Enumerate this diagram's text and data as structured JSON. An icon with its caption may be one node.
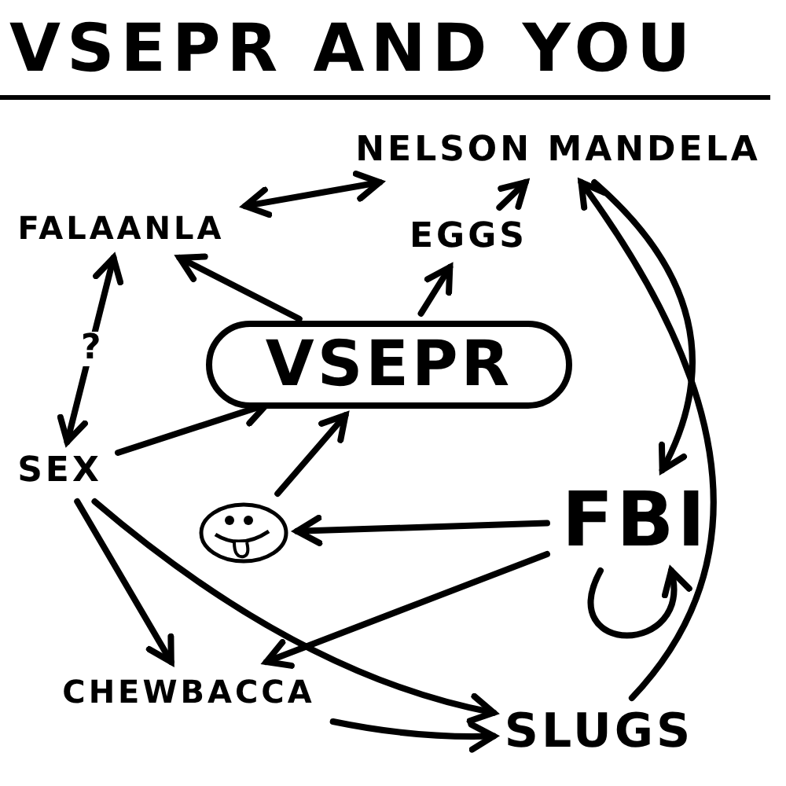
{
  "diagram": {
    "title": "VSEPR AND YOU",
    "nodes": [
      {
        "text": [
          "NELSON MANDELA"
        ]
      },
      {
        "text": [
          "FALAANLA"
        ]
      },
      {
        "text": [
          "EGGS"
        ]
      },
      {
        "text": [
          "VSEPR"
        ]
      },
      {
        "text": [
          "SEX"
        ]
      },
      {
        "text": [],
        "shape": "picture"
      },
      {
        "text": [
          "FBI"
        ]
      },
      {
        "text": [
          "CHEWBACCA"
        ]
      },
      {
        "text": [
          "SLUGS"
        ]
      }
    ],
    "edges": [
      {
        "from": 1,
        "to": 0,
        "arrow": "both"
      },
      {
        "from": 2,
        "to": 0,
        "arrow": "to"
      },
      {
        "from": 3,
        "to": 2,
        "arrow": "to"
      },
      {
        "from": 3,
        "to": 1,
        "arrow": "to"
      },
      {
        "from": 4,
        "to": 1,
        "arrow": "both",
        "label": "?"
      },
      {
        "from": 4,
        "to": 3,
        "arrow": "to"
      },
      {
        "from": 5,
        "to": 3,
        "arrow": "to"
      },
      {
        "from": 6,
        "to": 5,
        "arrow": "to"
      },
      {
        "from": 0,
        "to": 6,
        "arrow": "to"
      },
      {
        "from": 8,
        "to": 0,
        "arrow": "to"
      },
      {
        "from": 6,
        "to": 6,
        "arrow": "to"
      },
      {
        "from": 6,
        "to": 7,
        "arrow": "to"
      },
      {
        "from": 4,
        "to": 8,
        "arrow": "to"
      },
      {
        "from": 4,
        "to": 7,
        "arrow": "to"
      },
      {
        "from": 7,
        "to": 8,
        "arrow": "to"
      }
    ]
  }
}
